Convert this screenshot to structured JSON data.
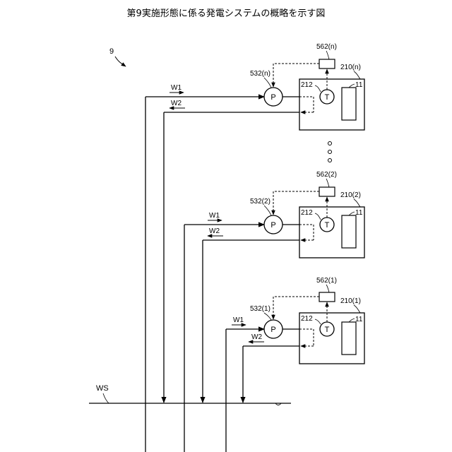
{
  "title": "第9実施形態に係る発電システムの概略を示す図",
  "system_ref": "9",
  "water_source": "WS",
  "flow_out": "W1",
  "flow_return": "W2",
  "continuation": "○ ○ ○",
  "units": [
    {
      "pump": "P",
      "pump_ref": "532(n)",
      "controller_ref": "562(n)",
      "module_ref": "210(n)",
      "sensor": "T",
      "sensor_ref": "212",
      "element_ref": "11"
    },
    {
      "pump": "P",
      "pump_ref": "532(2)",
      "controller_ref": "562(2)",
      "module_ref": "210(2)",
      "sensor": "T",
      "sensor_ref": "212",
      "element_ref": "11"
    },
    {
      "pump": "P",
      "pump_ref": "532(1)",
      "controller_ref": "562(1)",
      "module_ref": "210(1)",
      "sensor": "T",
      "sensor_ref": "212",
      "element_ref": "11"
    }
  ]
}
